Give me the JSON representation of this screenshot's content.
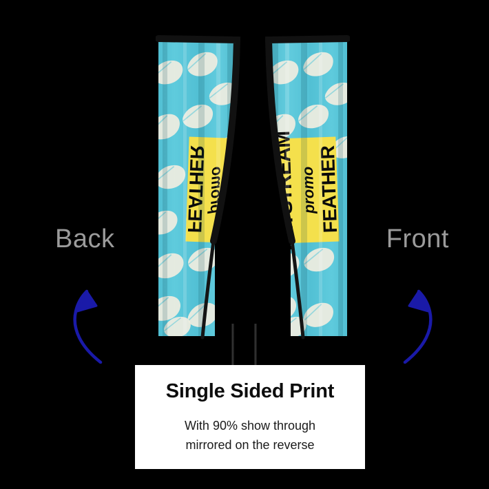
{
  "scene": {
    "background_color": "#000000",
    "product": "feather-flag-print-comparison"
  },
  "labels": {
    "back": "Back",
    "front": "Front",
    "color": "#9b9b9b"
  },
  "arrows": {
    "color": "#1a1aa8",
    "left_name": "curved-arrow-up-right-icon",
    "right_name": "curved-arrow-up-left-icon"
  },
  "flag": {
    "fabric_color": "#57C6D9",
    "fabric_shade": "#3FA8BC",
    "feather_color": "#EFEDE0",
    "sleeve_color": "#111111",
    "logo_block_color": "#F4E04C",
    "logo_text_color": "#0A0A0A",
    "brand_line_1": "JETSTREAM",
    "brand_line_2": "promo",
    "brand_line_3": "FEATHER",
    "pole_color_top": "#2b2b2b",
    "pole_color_bottom": "#ffffff"
  },
  "card": {
    "title": "Single Sided Print",
    "subtitle_line_1": "With 90% show through",
    "subtitle_line_2": "mirrored on the reverse",
    "background_color": "#ffffff"
  }
}
